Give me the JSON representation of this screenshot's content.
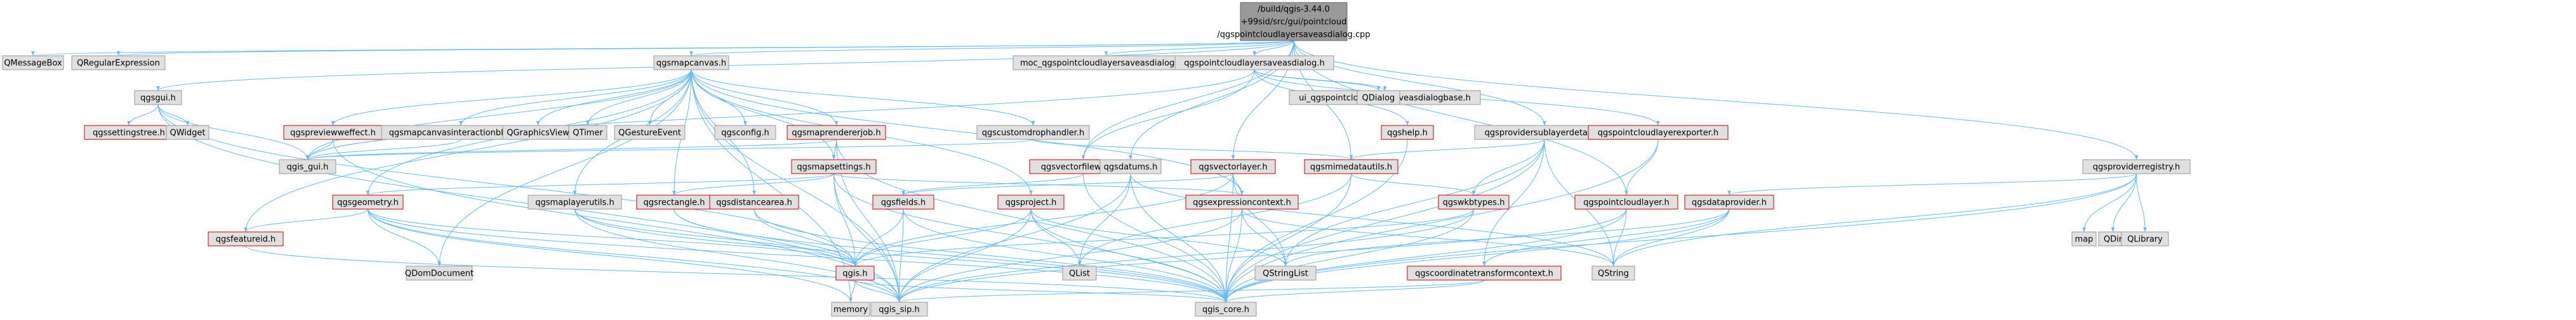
{
  "root_label": "/build/qgis-3.44.0+99sid/src/gui/pointcloud/qgspointcloudlayersaveasdialog.cpp",
  "colors": {
    "root_fill": "#999999",
    "node_fill": "#e0e0e0",
    "local_stroke": "#cc0000",
    "system_stroke": "#999999",
    "edge": "#63b8ff",
    "text": "#000000"
  },
  "nodes": [
    {
      "id": "root",
      "label_lines": [
        "/build/qgis-3.44.0",
        "+99sid/src/gui/pointcloud",
        "/qgspointcloudlayersaveasdialog.cpp"
      ],
      "kind": "root"
    },
    {
      "id": "qmessagebox",
      "label": "QMessageBox",
      "kind": "system"
    },
    {
      "id": "qregularexpression",
      "label": "QRegularExpression",
      "kind": "system"
    },
    {
      "id": "qgsgui",
      "label": "qgsgui.h",
      "kind": "system"
    },
    {
      "id": "qgsmapcanvas",
      "label": "qgsmapcanvas.h",
      "kind": "system"
    },
    {
      "id": "moc",
      "label": "moc_qgspointcloudlayersaveasdialog.cpp",
      "kind": "system"
    },
    {
      "id": "qgspointcloudlayersaveasdialog",
      "label": "qgspointcloudlayersaveasdialog.h",
      "kind": "system"
    },
    {
      "id": "qgsprovidersublayerdetails",
      "label": "qgsprovidersublayerdetails.h",
      "kind": "system"
    },
    {
      "id": "qgsproviderregistry",
      "label": "qgsproviderregistry.h",
      "kind": "system"
    },
    {
      "id": "qgssettingstree",
      "label": "qgssettingstree.h",
      "kind": "local"
    },
    {
      "id": "qwidget",
      "label": "QWidget",
      "kind": "system"
    },
    {
      "id": "qgspreviewweffect",
      "label": "qgspreviewweffect.h",
      "kind": "local"
    },
    {
      "id": "qgsmapcanvasinteractionblocker",
      "label": "qgsmapcanvasinteractionblocker.h",
      "kind": "system"
    },
    {
      "id": "qgraphicsview",
      "label": "QGraphicsView",
      "kind": "system"
    },
    {
      "id": "qtimer",
      "label": "QTimer",
      "kind": "system"
    },
    {
      "id": "qgestureevent",
      "label": "QGestureEvent",
      "kind": "system"
    },
    {
      "id": "qgsconfig",
      "label": "qgsconfig.h",
      "kind": "system"
    },
    {
      "id": "qgsmaprendererjob",
      "label": "qgsmaprendererjob.h",
      "kind": "local"
    },
    {
      "id": "qgscustomdrophandler",
      "label": "qgscustomdrophandler.h",
      "kind": "system"
    },
    {
      "id": "ui_dialogbase",
      "label": "ui_qgspointcloudlayersaveasdialogbase.h",
      "kind": "system"
    },
    {
      "id": "qdialog",
      "label": "QDialog",
      "kind": "system"
    },
    {
      "id": "qgshelp",
      "label": "qgshelp.h",
      "kind": "local"
    },
    {
      "id": "qgspointcloudlayerexporter",
      "label": "qgspointcloudlayerexporter.h",
      "kind": "local"
    },
    {
      "id": "qgis_gui",
      "label": "qgis_gui.h",
      "kind": "system"
    },
    {
      "id": "qgsmapsettings",
      "label": "qgsmapsettings.h",
      "kind": "local"
    },
    {
      "id": "qgsvectorfilewriter",
      "label": "qgsvectorfilewriter.h",
      "kind": "local"
    },
    {
      "id": "qgsdatums",
      "label": "qgsdatums.h",
      "kind": "system"
    },
    {
      "id": "qgsvectorlayer",
      "label": "qgsvectorlayer.h",
      "kind": "local"
    },
    {
      "id": "qgsmimedatautils",
      "label": "qgsmimedatautils.h",
      "kind": "local"
    },
    {
      "id": "qgsgeometry",
      "label": "qgsgeometry.h",
      "kind": "local"
    },
    {
      "id": "qgsmaplayerutils",
      "label": "qgsmaplayerutils.h",
      "kind": "system"
    },
    {
      "id": "qgsrectangle",
      "label": "qgsrectangle.h",
      "kind": "local"
    },
    {
      "id": "qgsdistancearea",
      "label": "qgsdistancearea.h",
      "kind": "local"
    },
    {
      "id": "qgsfields",
      "label": "qgsfields.h",
      "kind": "local"
    },
    {
      "id": "qgsproject",
      "label": "qgsproject.h",
      "kind": "local"
    },
    {
      "id": "qgsexpressioncontext",
      "label": "qgsexpressioncontext.h",
      "kind": "local"
    },
    {
      "id": "qgswkbtypes",
      "label": "qgswkbtypes.h",
      "kind": "local"
    },
    {
      "id": "qgspointcloudlayer",
      "label": "qgspointcloudlayer.h",
      "kind": "local"
    },
    {
      "id": "qgsdataprovider",
      "label": "qgsdataprovider.h",
      "kind": "local"
    },
    {
      "id": "map",
      "label": "map",
      "kind": "system"
    },
    {
      "id": "qdir",
      "label": "QDir",
      "kind": "system"
    },
    {
      "id": "qlibrary",
      "label": "QLibrary",
      "kind": "system"
    },
    {
      "id": "qgsfeatureid",
      "label": "qgsfeatureid.h",
      "kind": "local"
    },
    {
      "id": "qdomdocument",
      "label": "QDomDocument",
      "kind": "system"
    },
    {
      "id": "qgis",
      "label": "qgis.h",
      "kind": "local"
    },
    {
      "id": "qlist",
      "label": "QList",
      "kind": "system"
    },
    {
      "id": "qstringlist",
      "label": "QStringList",
      "kind": "system"
    },
    {
      "id": "qgscoordinatetransformcontext",
      "label": "qgscoordinatetransformcontext.h",
      "kind": "local"
    },
    {
      "id": "qstring",
      "label": "QString",
      "kind": "system"
    },
    {
      "id": "memory",
      "label": "memory",
      "kind": "system"
    },
    {
      "id": "qgis_sip",
      "label": "qgis_sip.h",
      "kind": "system"
    },
    {
      "id": "qgis_core",
      "label": "qgis_core.h",
      "kind": "system"
    }
  ],
  "edges": [
    [
      "root",
      "qmessagebox"
    ],
    [
      "root",
      "qregularexpression"
    ],
    [
      "root",
      "qgsgui"
    ],
    [
      "root",
      "qgsmapcanvas"
    ],
    [
      "root",
      "moc"
    ],
    [
      "root",
      "qgspointcloudlayersaveasdialog"
    ],
    [
      "root",
      "qgsprovidersublayerdetails"
    ],
    [
      "root",
      "qgsproviderregistry"
    ],
    [
      "root",
      "qgsvectorfilewriter"
    ],
    [
      "root",
      "qgsdatums"
    ],
    [
      "root",
      "qgspointcloudlayer"
    ],
    [
      "root",
      "qgsmimedatautils"
    ],
    [
      "root",
      "qgsvectorlayer"
    ],
    [
      "qgsgui",
      "qgssettingstree"
    ],
    [
      "qgsgui",
      "qwidget"
    ],
    [
      "qgsgui",
      "qgis_gui"
    ],
    [
      "qgsgui",
      "qgis_sip"
    ],
    [
      "qgsgui",
      "qgis"
    ],
    [
      "qgsmapcanvas",
      "qgspreviewweffect"
    ],
    [
      "qgsmapcanvas",
      "qgsmapcanvasinteractionblocker"
    ],
    [
      "qgsmapcanvas",
      "qgraphicsview"
    ],
    [
      "qgsmapcanvas",
      "qtimer"
    ],
    [
      "qgsmapcanvas",
      "qgestureevent"
    ],
    [
      "qgsmapcanvas",
      "qgsconfig"
    ],
    [
      "qgsmapcanvas",
      "qgsmaprendererjob"
    ],
    [
      "qgsmapcanvas",
      "qgscustomdrophandler"
    ],
    [
      "qgsmapcanvas",
      "qgis_gui"
    ],
    [
      "qgsmapcanvas",
      "qgsmapsettings"
    ],
    [
      "qgsmapcanvas",
      "qgsgeometry"
    ],
    [
      "qgsmapcanvas",
      "qgsdistancearea"
    ],
    [
      "qgsmapcanvas",
      "qgsrectangle"
    ],
    [
      "qgsmapcanvas",
      "qgsproject"
    ],
    [
      "qgsmapcanvas",
      "qgsexpressioncontext"
    ],
    [
      "qgsmapcanvas",
      "qgsfeatureid"
    ],
    [
      "qgsmapcanvas",
      "qgsmaplayerutils"
    ],
    [
      "qgsmapcanvas",
      "qdomdocument"
    ],
    [
      "qgsmapcanvas",
      "memory"
    ],
    [
      "qgsmapcanvas",
      "qgis_sip"
    ],
    [
      "qgspreviewweffect",
      "qgis_gui"
    ],
    [
      "qgspreviewweffect",
      "qgis_sip"
    ],
    [
      "qgsmapcanvasinteractionblocker",
      "qgis_gui"
    ],
    [
      "qgsmaprendererjob",
      "qgis_gui"
    ],
    [
      "qgsmaprendererjob",
      "qgsmapsettings"
    ],
    [
      "qgsmaprendererjob",
      "qgis_core"
    ],
    [
      "qgsmaprendererjob",
      "qgis_sip"
    ],
    [
      "qgscustomdrophandler",
      "qgis_gui"
    ],
    [
      "qgscustomdrophandler",
      "qgsmimedatautils"
    ],
    [
      "qgspointcloudlayersaveasdialog",
      "ui_dialogbase"
    ],
    [
      "qgspointcloudlayersaveasdialog",
      "qdialog"
    ],
    [
      "qgspointcloudlayersaveasdialog",
      "qgshelp"
    ],
    [
      "qgspointcloudlayersaveasdialog",
      "qgspointcloudlayerexporter"
    ],
    [
      "qgspointcloudlayersaveasdialog",
      "qgsvectorfilewriter"
    ],
    [
      "qgspointcloudlayersaveasdialog",
      "qgis_gui"
    ],
    [
      "qgshelp",
      "qgis_core"
    ],
    [
      "qgspointcloudlayerexporter",
      "qgspointcloudlayer"
    ],
    [
      "qgspointcloudlayerexporter",
      "qgis_core"
    ],
    [
      "qgsprovidersublayerdetails",
      "qgsmimedatautils"
    ],
    [
      "qgsprovidersublayerdetails",
      "qgswkbtypes"
    ],
    [
      "qgsprovidersublayerdetails",
      "qgscoordinatetransformcontext"
    ],
    [
      "qgsprovidersublayerdetails",
      "qstring"
    ],
    [
      "qgsprovidersublayerdetails",
      "qstringlist"
    ],
    [
      "qgsprovidersublayerdetails",
      "qgis_core"
    ],
    [
      "qgsproviderregistry",
      "map"
    ],
    [
      "qgsproviderregistry",
      "qdir"
    ],
    [
      "qgsproviderregistry",
      "qlibrary"
    ],
    [
      "qgsproviderregistry",
      "qgsdataprovider"
    ],
    [
      "qgsproviderregistry",
      "qstring"
    ],
    [
      "qgsproviderregistry",
      "qgis_core"
    ],
    [
      "qgsmapsettings",
      "qgsrectangle"
    ],
    [
      "qgsmapsettings",
      "qgsgeometry"
    ],
    [
      "qgsmapsettings",
      "qgis"
    ],
    [
      "qgsmapsettings",
      "qgsexpressioncontext"
    ],
    [
      "qgsmapsettings",
      "qgis_core"
    ],
    [
      "qgsmapsettings",
      "qgis_sip"
    ],
    [
      "qgsvectorfilewriter",
      "qgsfields"
    ],
    [
      "qgsvectorfilewriter",
      "qgis_core"
    ],
    [
      "qgsdatums",
      "qgis_core"
    ],
    [
      "qgsdatums",
      "qgis_sip"
    ],
    [
      "qgsdatums",
      "qlist"
    ],
    [
      "qgsdatums",
      "qstring"
    ],
    [
      "qgsvectorlayer",
      "qgsfields"
    ],
    [
      "qgsvectorlayer",
      "qgsexpressioncontext"
    ],
    [
      "qgsvectorlayer",
      "qgis_core"
    ],
    [
      "qgsvectorlayer",
      "qgis"
    ],
    [
      "qgsvectorlayer",
      "qstringlist"
    ],
    [
      "qgsmimedatautils",
      "qgswkbtypes"
    ],
    [
      "qgsmimedatautils",
      "qgis_core"
    ],
    [
      "qgsmimedatautils",
      "qlist"
    ],
    [
      "qgsgeometry",
      "qgsfeatureid"
    ],
    [
      "qgsgeometry",
      "qdomdocument"
    ],
    [
      "qgsgeometry",
      "memory"
    ],
    [
      "qgsgeometry",
      "qgis_core"
    ],
    [
      "qgsgeometry",
      "qgis_sip"
    ],
    [
      "qgsgeometry",
      "qgis"
    ],
    [
      "qgsmaplayerutils",
      "qgis_core"
    ],
    [
      "qgsmaplayerutils",
      "qgis_sip"
    ],
    [
      "qgsmaplayerutils",
      "qgis"
    ],
    [
      "qgsrectangle",
      "qgis_core"
    ],
    [
      "qgsrectangle",
      "qgis"
    ],
    [
      "qgsdistancearea",
      "qgis_core"
    ],
    [
      "qgsdistancearea",
      "qgis"
    ],
    [
      "qgsfields",
      "qgis_core"
    ],
    [
      "qgsfields",
      "qgis_sip"
    ],
    [
      "qgsfields",
      "qgis"
    ],
    [
      "qgsproject",
      "qgis"
    ],
    [
      "qgsproject",
      "qgis_core"
    ],
    [
      "qgsproject",
      "qstringlist"
    ],
    [
      "qgsproject",
      "qlist"
    ],
    [
      "qgsproject",
      "qgis_sip"
    ],
    [
      "qgsexpressioncontext",
      "qstringlist"
    ],
    [
      "qgsexpressioncontext",
      "qgis_core"
    ],
    [
      "qgsexpressioncontext",
      "qgis_sip"
    ],
    [
      "qgsexpressioncontext",
      "qstring"
    ],
    [
      "qgswkbtypes",
      "qgis_core"
    ],
    [
      "qgswkbtypes",
      "qgis_sip"
    ],
    [
      "qgswkbtypes",
      "qgis"
    ],
    [
      "qgspointcloudlayer",
      "qgis_core"
    ],
    [
      "qgspointcloudlayer",
      "qstring"
    ],
    [
      "qgspointcloudlayer",
      "qgis_sip"
    ],
    [
      "qgsdataprovider",
      "qgscoordinatetransformcontext"
    ],
    [
      "qgsdataprovider",
      "qstring"
    ],
    [
      "qgsdataprovider",
      "qgis_core"
    ],
    [
      "qgsdataprovider",
      "qstringlist"
    ],
    [
      "qgscoordinatetransformcontext",
      "qgis_core"
    ],
    [
      "qgscoordinatetransformcontext",
      "qgis_sip"
    ],
    [
      "qgsfeatureid",
      "qgis_core"
    ],
    [
      "qgis",
      "qgis_core"
    ],
    [
      "qgis",
      "qgis_sip"
    ],
    [
      "qgis",
      "memory"
    ]
  ]
}
